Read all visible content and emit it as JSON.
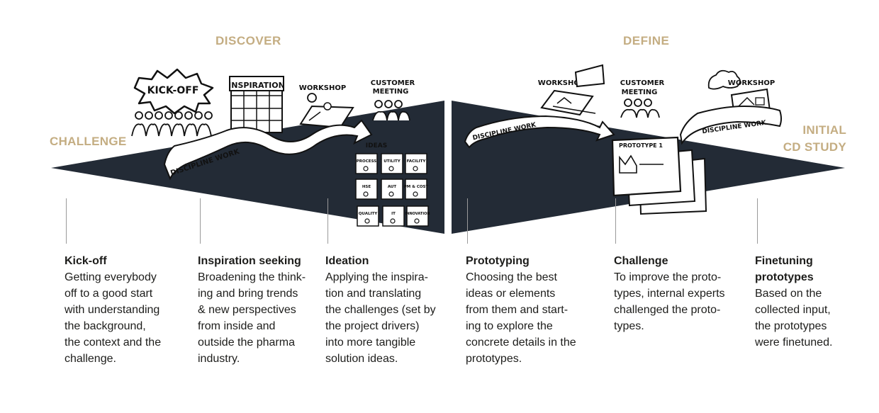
{
  "phases": {
    "discover": "DISCOVER",
    "define": "DEFINE"
  },
  "start_label": "CHALLENGE",
  "end_label": {
    "line1": "INITIAL",
    "line2": "CD STUDY"
  },
  "sketch": {
    "kickoff": "KICK-OFF",
    "inspiration": "INSPIRATION",
    "workshop": "WORKSHOP",
    "customer_meeting_1": "CUSTOMER",
    "customer_meeting_2": "MEETING",
    "ideas": "IDEAS",
    "discipline_work": "DISCIPLINE WORK",
    "prototype": "PROTOTYPE 1",
    "idea_notes": [
      "PROCESS",
      "UTILITY",
      "FACILITY",
      "HSE",
      "AUT",
      "PM & COST",
      "QUALITY",
      "IT",
      "INNOVATION"
    ]
  },
  "steps": [
    {
      "title": "Kick-off",
      "desc": "Getting everybody\noff to a good start\nwith understanding\nthe background,\nthe context and the\nchallenge."
    },
    {
      "title": "Inspiration seeking",
      "desc": "Broadening the think-\ning and bring trends\n& new perspectives\nfrom inside and\noutside the pharma\nindustry."
    },
    {
      "title": "Ideation",
      "desc": "Applying the inspira-\ntion and translating\nthe challenges (set by\nthe project drivers)\ninto more tangible\nsolution ideas."
    },
    {
      "title": "Prototyping",
      "desc": "Choosing the best\nideas or elements\nfrom them and start-\ning to explore the\nconcrete details in the\nprototypes."
    },
    {
      "title": "Challenge",
      "desc": "To improve the proto-\ntypes, internal experts\nchallenged the proto-\ntypes."
    },
    {
      "title": "Finetuning\nprototypes",
      "desc": "Based on the\ncollected input,\nthe prototypes\nwere finetuned."
    }
  ],
  "colors": {
    "accent": "#c4ad82",
    "diamond": "#232b36",
    "text": "#1d1d1b"
  }
}
